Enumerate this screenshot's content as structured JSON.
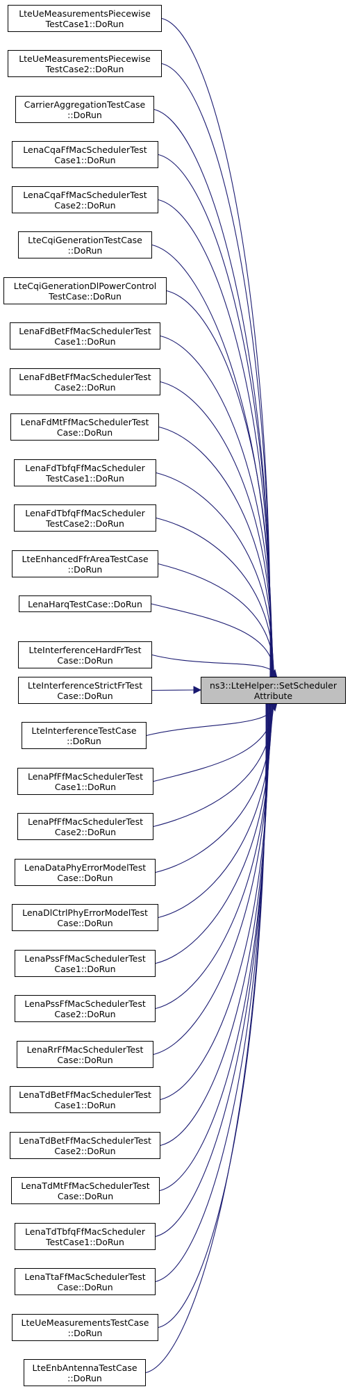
{
  "target": {
    "line1": "ns3::LteHelper::SetScheduler",
    "line2": "Attribute"
  },
  "callers": [
    {
      "line1": "LteUeMeasurementsPiecewise",
      "line2": "TestCase1::DoRun"
    },
    {
      "line1": "LteUeMeasurementsPiecewise",
      "line2": "TestCase2::DoRun"
    },
    {
      "line1": "CarrierAggregationTestCase",
      "line2": "::DoRun"
    },
    {
      "line1": "LenaCqaFfMacSchedulerTest",
      "line2": "Case1::DoRun"
    },
    {
      "line1": "LenaCqaFfMacSchedulerTest",
      "line2": "Case2::DoRun"
    },
    {
      "line1": "LteCqiGenerationTestCase",
      "line2": "::DoRun"
    },
    {
      "line1": "LteCqiGenerationDlPowerControl",
      "line2": "TestCase::DoRun"
    },
    {
      "line1": "LenaFdBetFfMacSchedulerTest",
      "line2": "Case1::DoRun"
    },
    {
      "line1": "LenaFdBetFfMacSchedulerTest",
      "line2": "Case2::DoRun"
    },
    {
      "line1": "LenaFdMtFfMacSchedulerTest",
      "line2": "Case::DoRun"
    },
    {
      "line1": "LenaFdTbfqFfMacScheduler",
      "line2": "TestCase1::DoRun"
    },
    {
      "line1": "LenaFdTbfqFfMacScheduler",
      "line2": "TestCase2::DoRun"
    },
    {
      "line1": "LteEnhancedFfrAreaTestCase",
      "line2": "::DoRun"
    },
    {
      "line1": "LenaHarqTestCase::DoRun",
      "line2": ""
    },
    {
      "line1": "LteInterferenceHardFrTest",
      "line2": "Case::DoRun"
    },
    {
      "line1": "LteInterferenceStrictFrTest",
      "line2": "Case::DoRun"
    },
    {
      "line1": "LteInterferenceTestCase",
      "line2": "::DoRun"
    },
    {
      "line1": "LenaPfFfMacSchedulerTest",
      "line2": "Case1::DoRun"
    },
    {
      "line1": "LenaPfFfMacSchedulerTest",
      "line2": "Case2::DoRun"
    },
    {
      "line1": "LenaDataPhyErrorModelTest",
      "line2": "Case::DoRun"
    },
    {
      "line1": "LenaDlCtrlPhyErrorModelTest",
      "line2": "Case::DoRun"
    },
    {
      "line1": "LenaPssFfMacSchedulerTest",
      "line2": "Case1::DoRun"
    },
    {
      "line1": "LenaPssFfMacSchedulerTest",
      "line2": "Case2::DoRun"
    },
    {
      "line1": "LenaRrFfMacSchedulerTest",
      "line2": "Case::DoRun"
    },
    {
      "line1": "LenaTdBetFfMacSchedulerTest",
      "line2": "Case1::DoRun"
    },
    {
      "line1": "LenaTdBetFfMacSchedulerTest",
      "line2": "Case2::DoRun"
    },
    {
      "line1": "LenaTdMtFfMacSchedulerTest",
      "line2": "Case::DoRun"
    },
    {
      "line1": "LenaTdTbfqFfMacScheduler",
      "line2": "TestCase1::DoRun"
    },
    {
      "line1": "LenaTtaFfMacSchedulerTest",
      "line2": "Case::DoRun"
    },
    {
      "line1": "LteUeMeasurementsTestCase",
      "line2": "::DoRun"
    },
    {
      "line1": "LteEnbAntennaTestCase",
      "line2": "::DoRun"
    }
  ],
  "colors": {
    "edge": "#191970",
    "target_fill": "#bfbfbf",
    "node_border": "#000000"
  }
}
